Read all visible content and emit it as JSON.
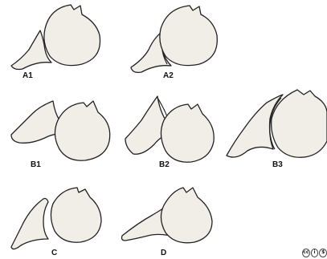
{
  "panels": [
    {
      "id": "a1",
      "label": "A1"
    },
    {
      "id": "a2",
      "label": "A2"
    },
    {
      "id": "b1",
      "label": "B1"
    },
    {
      "id": "b2",
      "label": "B2"
    },
    {
      "id": "b3",
      "label": "B3"
    },
    {
      "id": "c",
      "label": "C"
    },
    {
      "id": "d",
      "label": "D"
    }
  ],
  "license_badge": {
    "icons": [
      "cc",
      "by",
      "nc"
    ],
    "glyphs": [
      "cc",
      "i",
      "$"
    ]
  },
  "colors": {
    "bone_fill": "#f1eee8",
    "outline": "#222222"
  }
}
